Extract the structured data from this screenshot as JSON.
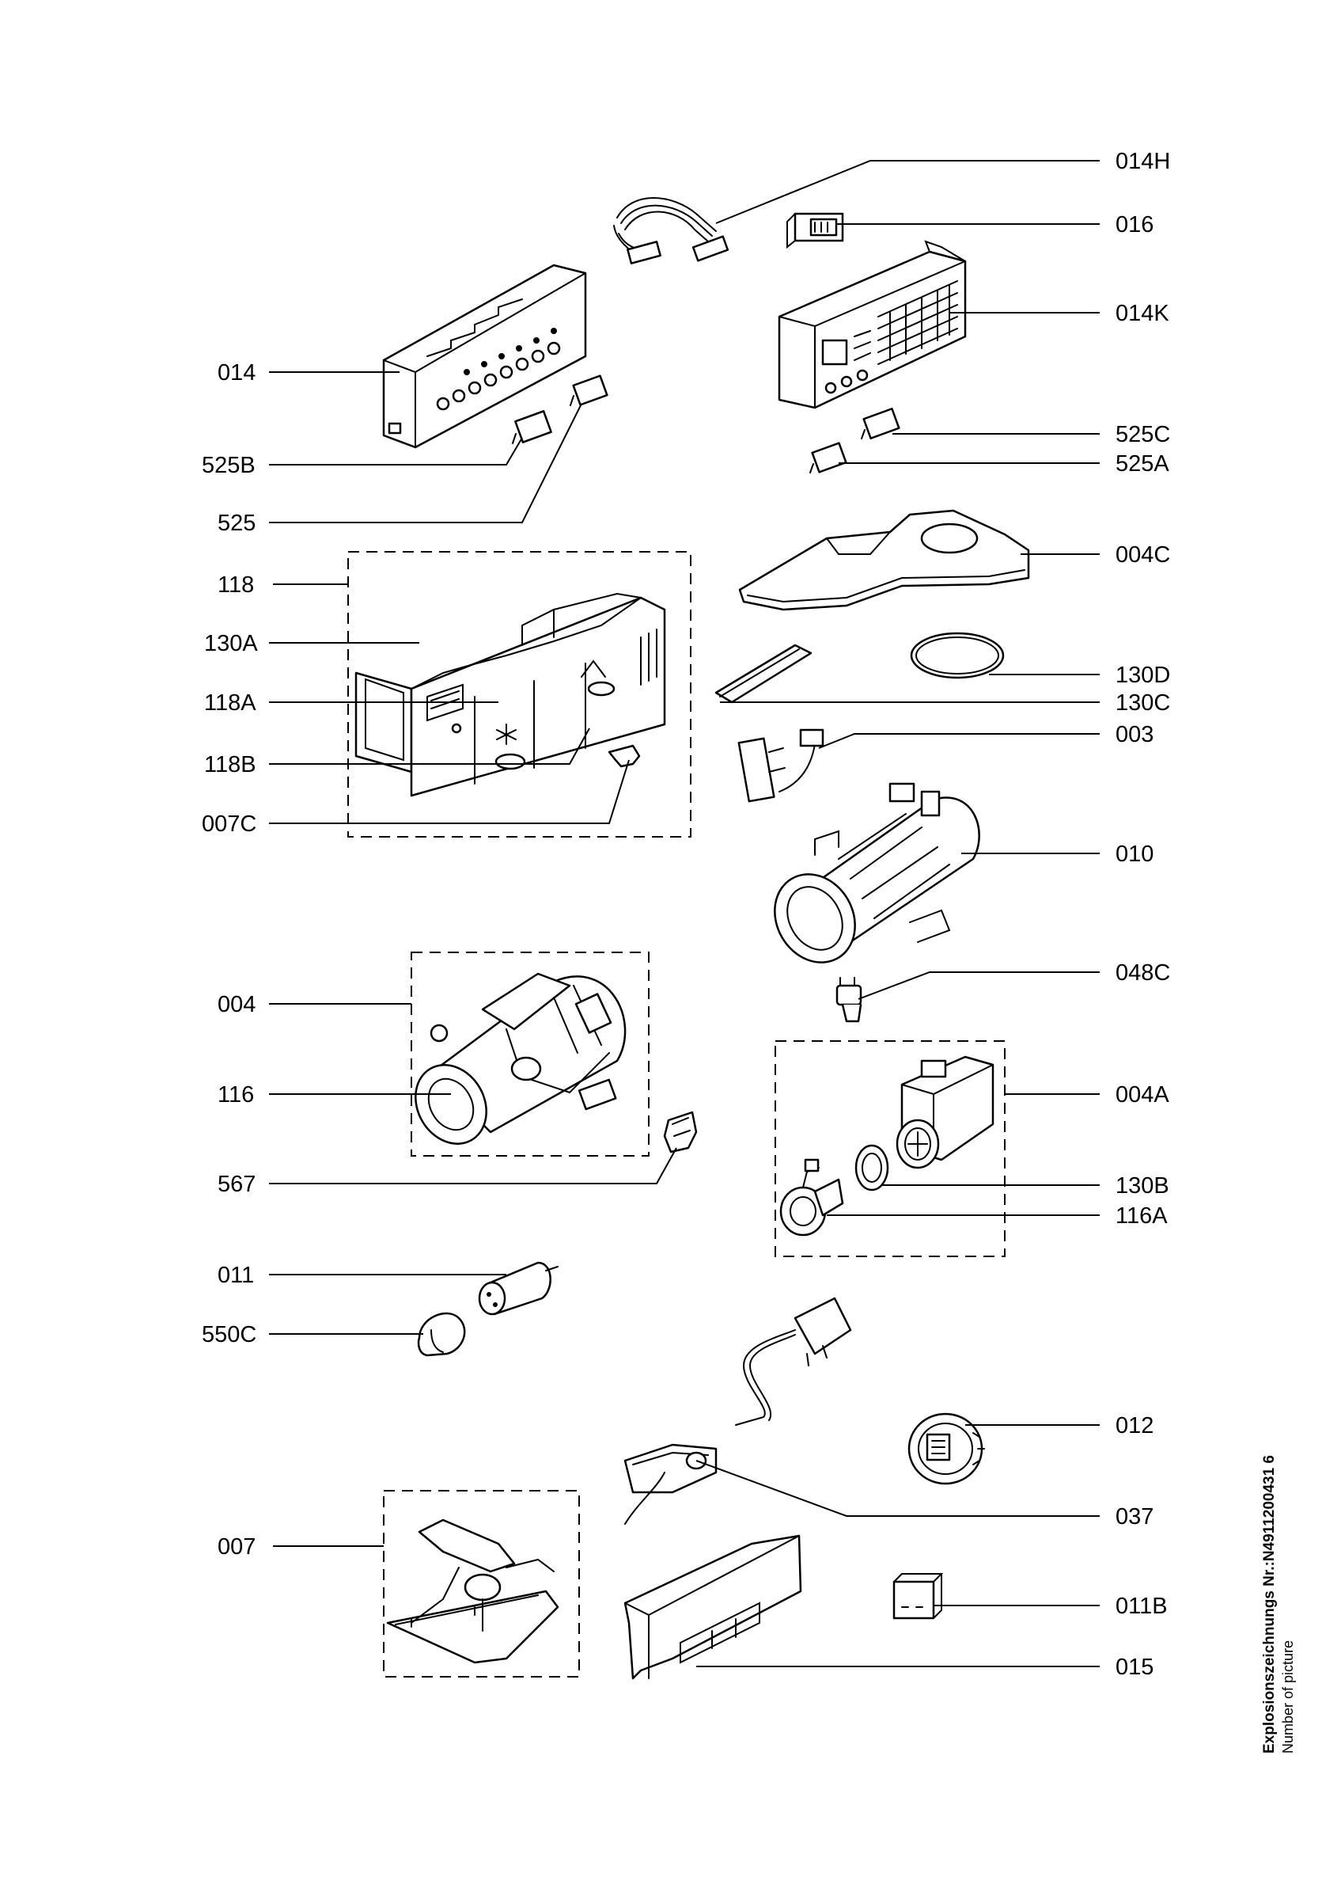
{
  "labels": {
    "l_014H": "014H",
    "l_016": "016",
    "l_014K": "014K",
    "l_014": "014",
    "l_525C": "525C",
    "l_525A": "525A",
    "l_525B": "525B",
    "l_525": "525",
    "l_004C": "004C",
    "l_118": "118",
    "l_130A": "130A",
    "l_130D": "130D",
    "l_118A": "118A",
    "l_130C": "130C",
    "l_003": "003",
    "l_118B": "118B",
    "l_007C": "007C",
    "l_010": "010",
    "l_048C": "048C",
    "l_004": "004",
    "l_116": "116",
    "l_004A": "004A",
    "l_567": "567",
    "l_130B": "130B",
    "l_116A": "116A",
    "l_011": "011",
    "l_550C": "550C",
    "l_012": "012",
    "l_037": "037",
    "l_007": "007",
    "l_011B": "011B",
    "l_015": "015"
  },
  "side_text": {
    "line1": "Explosionszeichnungs Nr.:N4911200431 6",
    "line2": "Number of picture"
  }
}
